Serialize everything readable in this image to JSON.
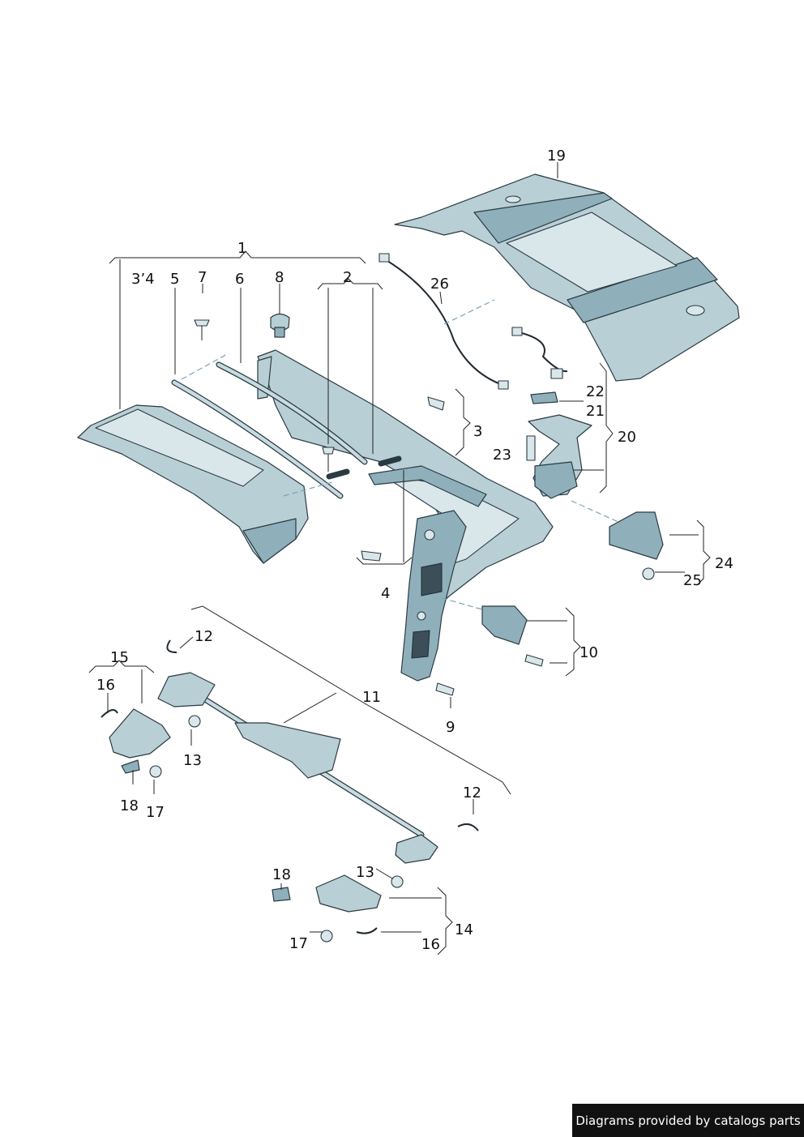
{
  "callouts": {
    "c1": "1",
    "c2": "2",
    "c3": "3",
    "c3_4": "3’4",
    "c4": "4",
    "c5": "5",
    "c6": "6",
    "c7": "7",
    "c8": "8",
    "c9": "9",
    "c10": "10",
    "c11": "11",
    "c12a": "12",
    "c12b": "12",
    "c13a": "13",
    "c13b": "13",
    "c14": "14",
    "c15": "15",
    "c16a": "16",
    "c16b": "16",
    "c17a": "17",
    "c17b": "17",
    "c18a": "18",
    "c18b": "18",
    "c19": "19",
    "c20": "20",
    "c21": "21",
    "c22": "22",
    "c23": "23",
    "c24": "24",
    "c25": "25",
    "c26": "26"
  },
  "credit": "Diagrams provided by catalogs parts",
  "colors": {
    "part_fill": "#b9cfd6",
    "outline": "#2a3a42",
    "background": "#ffffff"
  }
}
